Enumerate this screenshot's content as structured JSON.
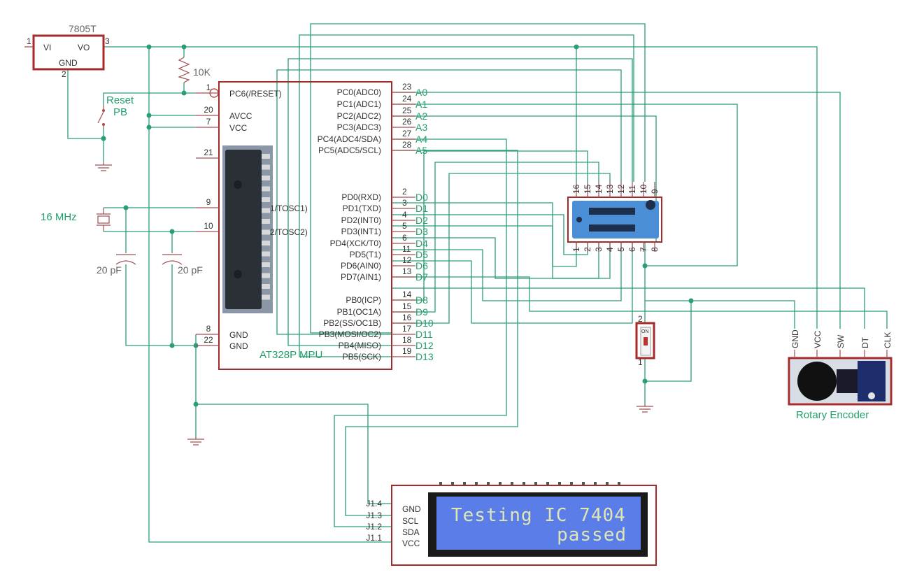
{
  "regulator": {
    "name": "7805T",
    "pin_vi": "VI",
    "pin_vo": "VO",
    "pin_gnd": "GND",
    "n1": "1",
    "n2": "2",
    "n3": "3"
  },
  "resistor": {
    "value": "10K"
  },
  "reset": {
    "line1": "Reset",
    "line2": "PB"
  },
  "crystal": {
    "label": "16 MHz"
  },
  "caps": {
    "c1": "20 pF",
    "c2": "20 pF"
  },
  "mcu": {
    "name": "AT328P MPU",
    "left_pins": [
      {
        "num": "1",
        "name": "PC6(/RESET)"
      },
      {
        "num": "20",
        "name": "AVCC"
      },
      {
        "num": "7",
        "name": "VCC"
      },
      {
        "num": "21",
        "name": ""
      },
      {
        "num": "9",
        "name": "1/TOSC1)"
      },
      {
        "num": "10",
        "name": "2/TOSC2)"
      },
      {
        "num": "8",
        "name": "GND"
      },
      {
        "num": "22",
        "name": "GND"
      }
    ],
    "right_pins": [
      {
        "num": "23",
        "name": "PC0(ADC0)",
        "sig": "A0"
      },
      {
        "num": "24",
        "name": "PC1(ADC1)",
        "sig": "A1"
      },
      {
        "num": "25",
        "name": "PC2(ADC2)",
        "sig": "A2"
      },
      {
        "num": "26",
        "name": "PC3(ADC3)",
        "sig": "A3"
      },
      {
        "num": "27",
        "name": "PC4(ADC4/SDA)",
        "sig": "A4"
      },
      {
        "num": "28",
        "name": "PC5(ADC5/SCL)",
        "sig": "A5"
      },
      {
        "num": "2",
        "name": "PD0(RXD)",
        "sig": "D0"
      },
      {
        "num": "3",
        "name": "PD1(TXD)",
        "sig": "D1"
      },
      {
        "num": "4",
        "name": "PD2(INT0)",
        "sig": "D2"
      },
      {
        "num": "5",
        "name": "PD3(INT1)",
        "sig": "D3"
      },
      {
        "num": "6",
        "name": "PD4(XCK/T0)",
        "sig": "D4"
      },
      {
        "num": "11",
        "name": "PD5(T1)",
        "sig": "D5"
      },
      {
        "num": "12",
        "name": "PD6(AIN0)",
        "sig": "D6"
      },
      {
        "num": "13",
        "name": "PD7(AIN1)",
        "sig": "D7"
      },
      {
        "num": "14",
        "name": "PB0(ICP)",
        "sig": "D8"
      },
      {
        "num": "15",
        "name": "PB1(OC1A)",
        "sig": "D9"
      },
      {
        "num": "16",
        "name": "PB2(SS/OC1B)",
        "sig": "D10"
      },
      {
        "num": "17",
        "name": "PB3(MOSI/OC2)",
        "sig": "D11"
      },
      {
        "num": "18",
        "name": "PB4(MISO)",
        "sig": "D12"
      },
      {
        "num": "19",
        "name": "PB5(SCK)",
        "sig": "D13"
      }
    ]
  },
  "socket": {
    "top": [
      "16",
      "15",
      "14",
      "13",
      "12",
      "11",
      "10",
      "9"
    ],
    "bottom": [
      "1",
      "2",
      "3",
      "4",
      "5",
      "6",
      "7",
      "8"
    ]
  },
  "switch": {
    "on": "ON",
    "n1": "1",
    "n2": "2"
  },
  "encoder": {
    "title": "Rotary Encoder",
    "pins": [
      "GND",
      "VCC",
      "SW",
      "DT",
      "CLK"
    ]
  },
  "lcd": {
    "pins": [
      {
        "ref": "J1.4",
        "name": "GND"
      },
      {
        "ref": "J1.3",
        "name": "SCL"
      },
      {
        "ref": "J1.2",
        "name": "SDA"
      },
      {
        "ref": "J1.1",
        "name": "VCC"
      }
    ],
    "line1": "Testing IC 7404",
    "line2": "passed"
  },
  "colors": {
    "wire": "#2a9d7a",
    "component": "#a52a2a",
    "lcd_bg": "#5a7de8"
  }
}
